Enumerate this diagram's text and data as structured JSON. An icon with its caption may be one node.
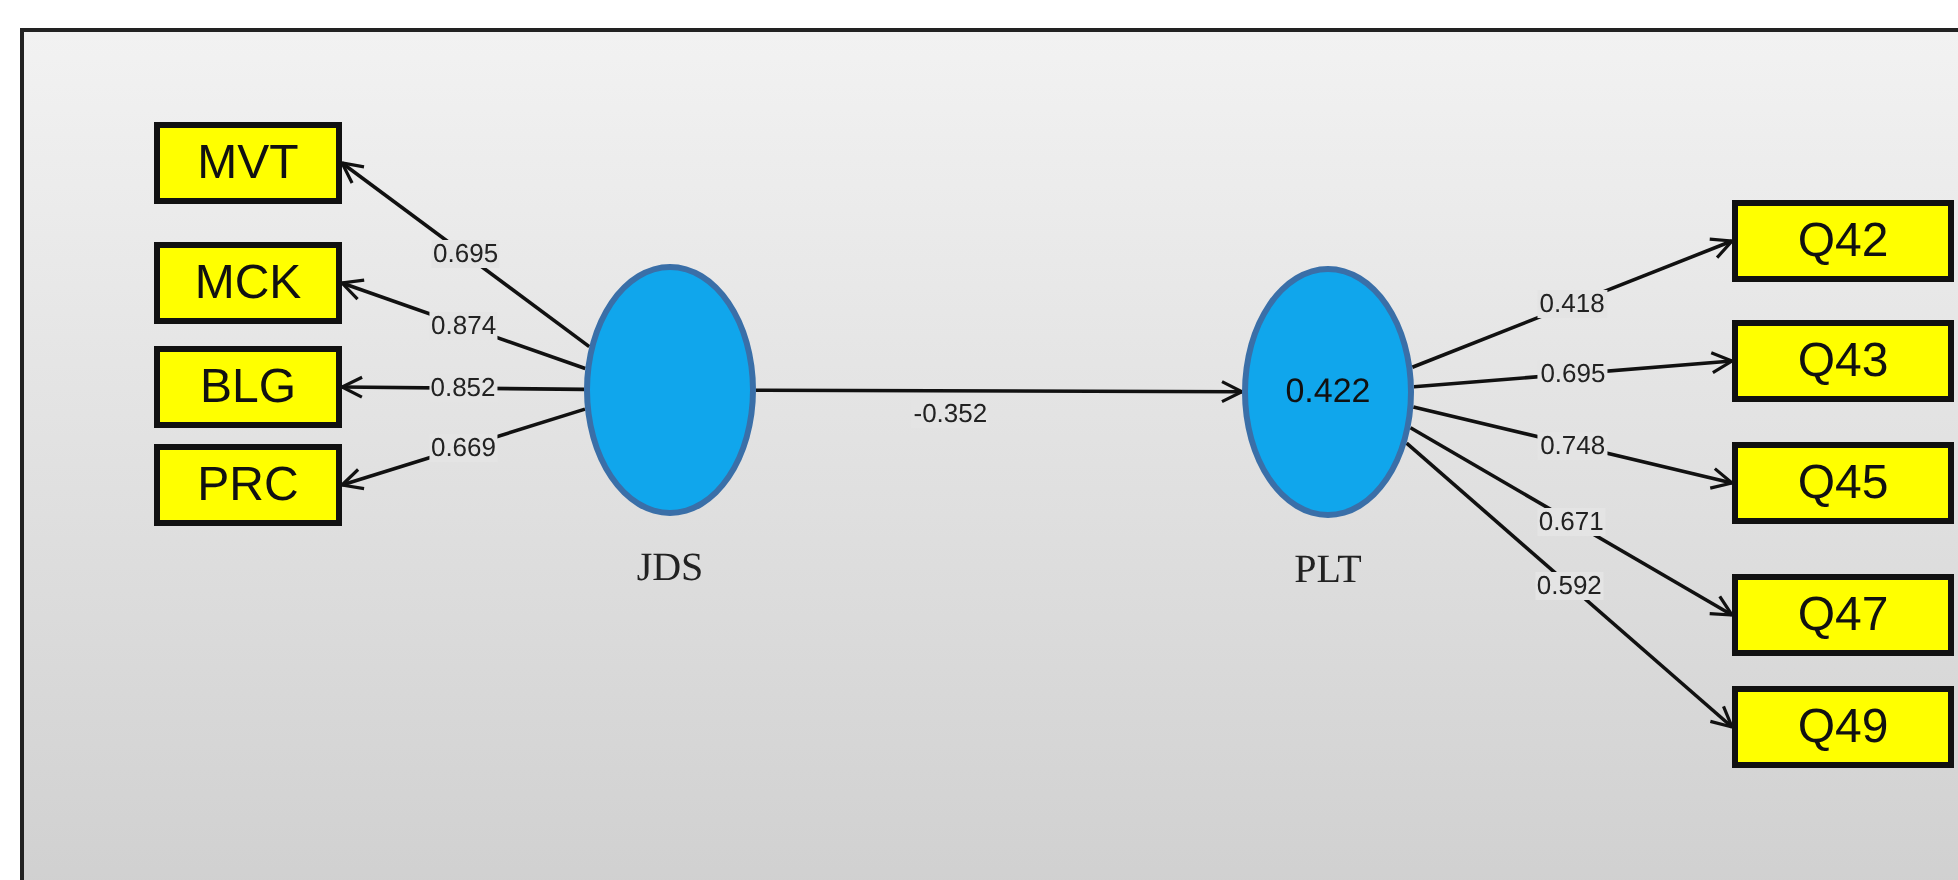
{
  "diagram": {
    "nodes": [
      {
        "text": [
          "MVT"
        ]
      },
      {
        "text": [
          "MCK"
        ]
      },
      {
        "text": [
          "BLG"
        ]
      },
      {
        "text": [
          "PRC"
        ]
      },
      {
        "text": [
          "JDS"
        ]
      },
      {
        "text": [
          "0.422",
          "PLT"
        ]
      },
      {
        "text": [
          "Q42"
        ]
      },
      {
        "text": [
          "Q43"
        ]
      },
      {
        "text": [
          "Q45"
        ]
      },
      {
        "text": [
          "Q47"
        ]
      },
      {
        "text": [
          "Q49"
        ]
      }
    ],
    "edges": [
      {
        "from": 4,
        "to": 0,
        "arrow": "to",
        "label": "0.695"
      },
      {
        "from": 4,
        "to": 1,
        "arrow": "to",
        "label": "0.874"
      },
      {
        "from": 4,
        "to": 2,
        "arrow": "to",
        "label": "0.852"
      },
      {
        "from": 4,
        "to": 3,
        "arrow": "to",
        "label": "0.669"
      },
      {
        "from": 4,
        "to": 5,
        "arrow": "to",
        "label": "-0.352"
      },
      {
        "from": 5,
        "to": 6,
        "arrow": "to",
        "label": "0.418"
      },
      {
        "from": 5,
        "to": 7,
        "arrow": "to",
        "label": "0.695"
      },
      {
        "from": 5,
        "to": 8,
        "arrow": "to",
        "label": "0.748"
      },
      {
        "from": 5,
        "to": 9,
        "arrow": "to",
        "label": "0.671"
      },
      {
        "from": 5,
        "to": 10,
        "arrow": "to",
        "label": "0.592"
      }
    ]
  }
}
